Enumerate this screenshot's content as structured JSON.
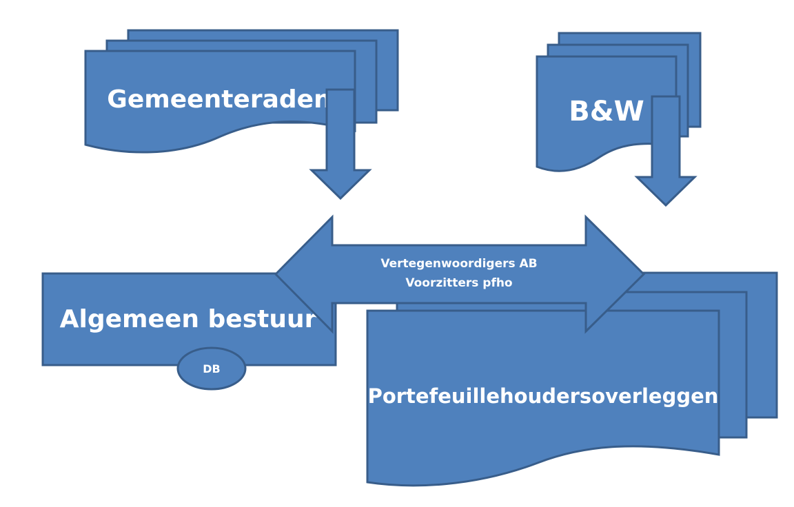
{
  "diagram": {
    "gemeenteraden": "Gemeenteraden",
    "bw": "B&W",
    "algemeen_bestuur": "Algemeen bestuur",
    "db": "DB",
    "arrow_line1": "Vertegenwoordigers AB",
    "arrow_line2": "Voorzitters pfho",
    "portefeuille": "Portefeuillehoudersoverleggen"
  },
  "colors": {
    "fill": "#4f81bd",
    "stroke": "#385d8a",
    "text": "#ffffff"
  }
}
